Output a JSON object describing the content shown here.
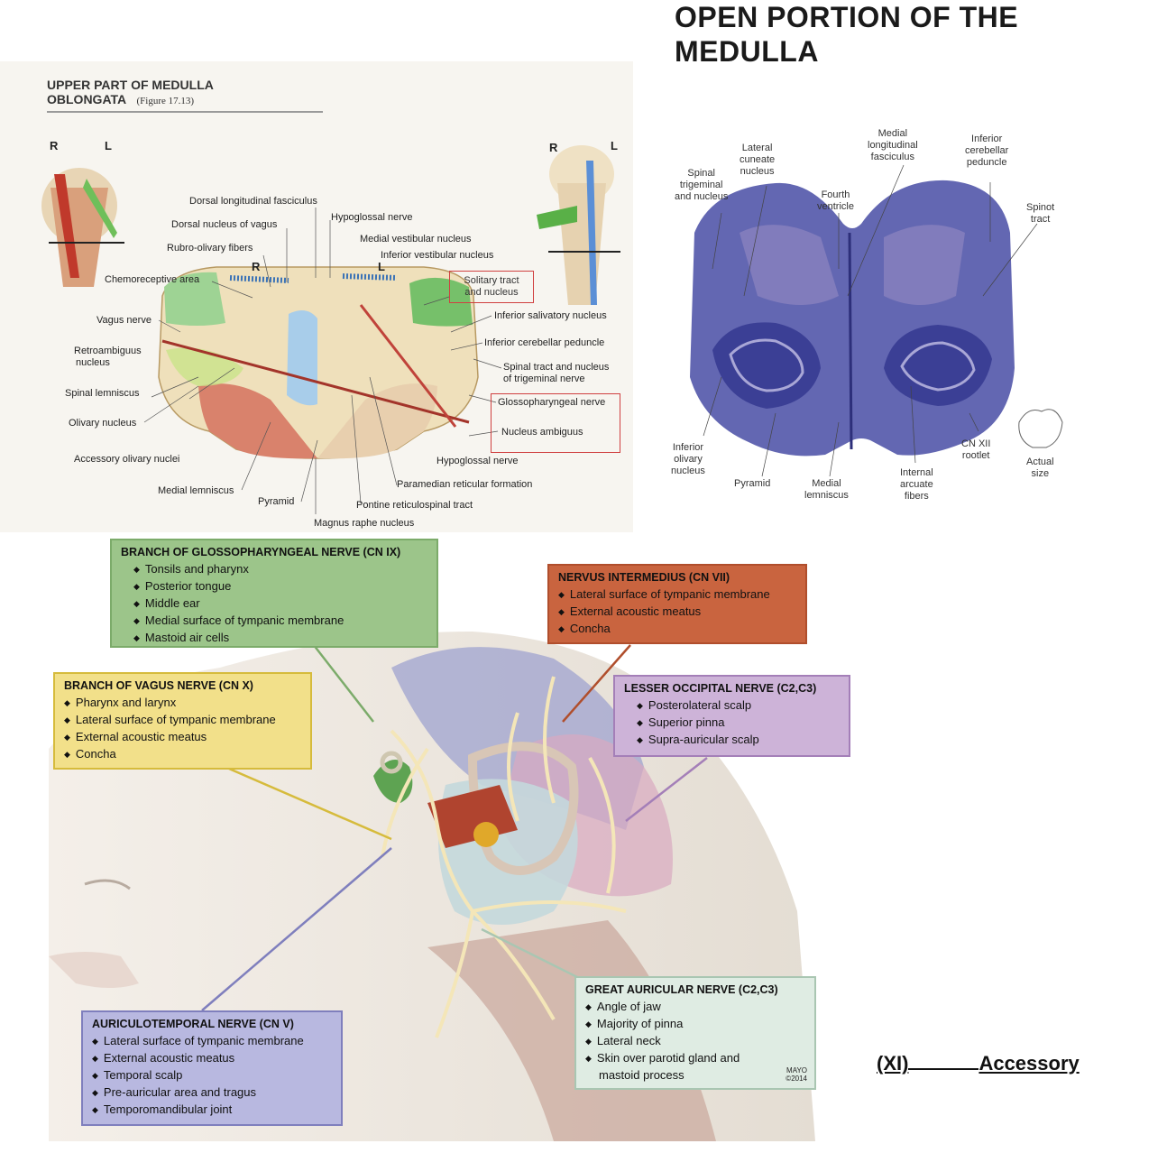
{
  "heading": {
    "line1": "OPEN PORTION OF THE",
    "line2": "MEDULLA"
  },
  "fig1": {
    "title_line1": "UPPER PART OF MEDULLA",
    "title_line2": "OBLONGATA",
    "figure_ref": "(Figure 17.13)",
    "labels": {
      "R_left": "R",
      "L_left": "L",
      "R_right": "R",
      "L_right": "L",
      "R_mid": "R",
      "L_mid": "L",
      "dorsal_longitudinal_fasciculus": "Dorsal longitudinal fasciculus",
      "hypoglossal_nerve_top": "Hypoglossal nerve",
      "dorsal_nucleus_vagus": "Dorsal nucleus of vagus",
      "medial_vestibular_nucleus": "Medial vestibular nucleus",
      "rubro_olivary_fibers": "Rubro-olivary fibers",
      "inferior_vestibular_nucleus": "Inferior  vestibular nucleus",
      "chemoreceptive_area": "Chemoreceptive area",
      "solitary_tract_line1": "Solitary tract",
      "solitary_tract_line2": "and nucleus",
      "vagus_nerve": "Vagus nerve",
      "inferior_salivatory_nucleus": "Inferior salivatory nucleus",
      "retroambiguus_line1": "Retroambiguus",
      "retroambiguus_line2": "nucleus",
      "inferior_cerebellar_peduncle": "Inferior cerebellar peduncle",
      "spinal_tract_line1": "Spinal tract and nucleus",
      "spinal_tract_line2": "of trigeminal nerve",
      "spinal_lemniscus": "Spinal lemniscus",
      "glossopharyngeal_nerve": "Glossopharyngeal nerve",
      "olivary_nucleus": "Olivary nucleus",
      "nucleus_ambiguus": "Nucleus ambiguus",
      "accessory_olivary_nuclei": "Accessory olivary nuclei",
      "hypoglossal_nerve_bottom": "Hypoglossal nerve",
      "paramedian_reticular_formation": "Paramedian reticular formation",
      "medial_lemniscus": "Medial lemniscus",
      "pyramid": "Pyramid",
      "pontine_reticulospinal_tract": "Pontine reticulospinal tract",
      "magnus_raphe_nucleus": "Magnus raphe nucleus"
    }
  },
  "fig2": {
    "labels": {
      "spinal_trigeminal": "Spinal\ntrigeminal\nand nucleus",
      "lateral_cuneate": "Lateral\ncuneate\nnucleus",
      "medial_longitudinal": "Medial\nlongitudinal\nfasciculus",
      "inferior_cerebellar": "Inferior\ncerebellar\npeduncle",
      "fourth_ventricle": "Fourth\nventricle",
      "spinot_tract": "Spinot\ntract",
      "inferior_olivary": "Inferior\nolivary\nnucleus",
      "pyramid": "Pyramid",
      "medial_lemniscus": "Medial\nlemniscus",
      "internal_arcuate": "Internal\narcuate\nfibers",
      "cn_xii": "CN XII\nrootlet",
      "actual_size": "Actual\nsize"
    }
  },
  "fig3": {
    "glosso": {
      "title": "BRANCH OF GLOSSOPHARYNGEAL NERVE (CN IX)",
      "items": [
        "Tonsils and pharynx",
        "Posterior tongue",
        "Middle ear",
        "Medial surface of tympanic membrane",
        "Mastoid air cells"
      ]
    },
    "intermedius": {
      "title": "NERVUS INTERMEDIUS (CN VII)",
      "items": [
        "Lateral surface of tympanic membrane",
        "External acoustic meatus",
        "Concha"
      ]
    },
    "vagus": {
      "title": "BRANCH OF VAGUS NERVE (CN X)",
      "items": [
        "Pharynx and larynx",
        "Lateral surface of tympanic membrane",
        "External acoustic meatus",
        "Concha"
      ]
    },
    "lesser_occipital": {
      "title": "LESSER OCCIPITAL NERVE (C2,C3)",
      "items": [
        "Posterolateral scalp",
        "Superior pinna",
        "Supra-auricular scalp"
      ]
    },
    "great_auricular": {
      "title": "GREAT AURICULAR NERVE (C2,C3)",
      "items": [
        "Angle of jaw",
        "Majority of pinna",
        "Lateral neck",
        "Skin over parotid gland and",
        "mastoid process"
      ]
    },
    "auriculotemporal": {
      "title": "AURICULOTEMPORAL NERVE (CN V)",
      "items": [
        "Lateral surface of tympanic membrane",
        "External acoustic meatus",
        "Temporal scalp",
        "Pre-auricular area and tragus",
        "Temporomandibular joint"
      ]
    },
    "credit_line1": "MAYO",
    "credit_line2": "©2014"
  },
  "accessory": {
    "numeral": "(XI)",
    "word": "Accessory"
  },
  "colors": {
    "glosso_fill": "#9cc58a",
    "glosso_border": "#7cab6a",
    "intermedius_fill": "#c9643f",
    "intermedius_border": "#b04e2c",
    "vagus_fill": "#f2e08a",
    "vagus_border": "#d6bb3c",
    "lesser_fill": "#cdb3d8",
    "lesser_border": "#a47fb8",
    "great_fill": "#dfece3",
    "great_border": "#a9c6b2",
    "auriculo_fill": "#b8b8e0",
    "auriculo_border": "#7f7fbd",
    "stain": "#4a4fa3"
  }
}
